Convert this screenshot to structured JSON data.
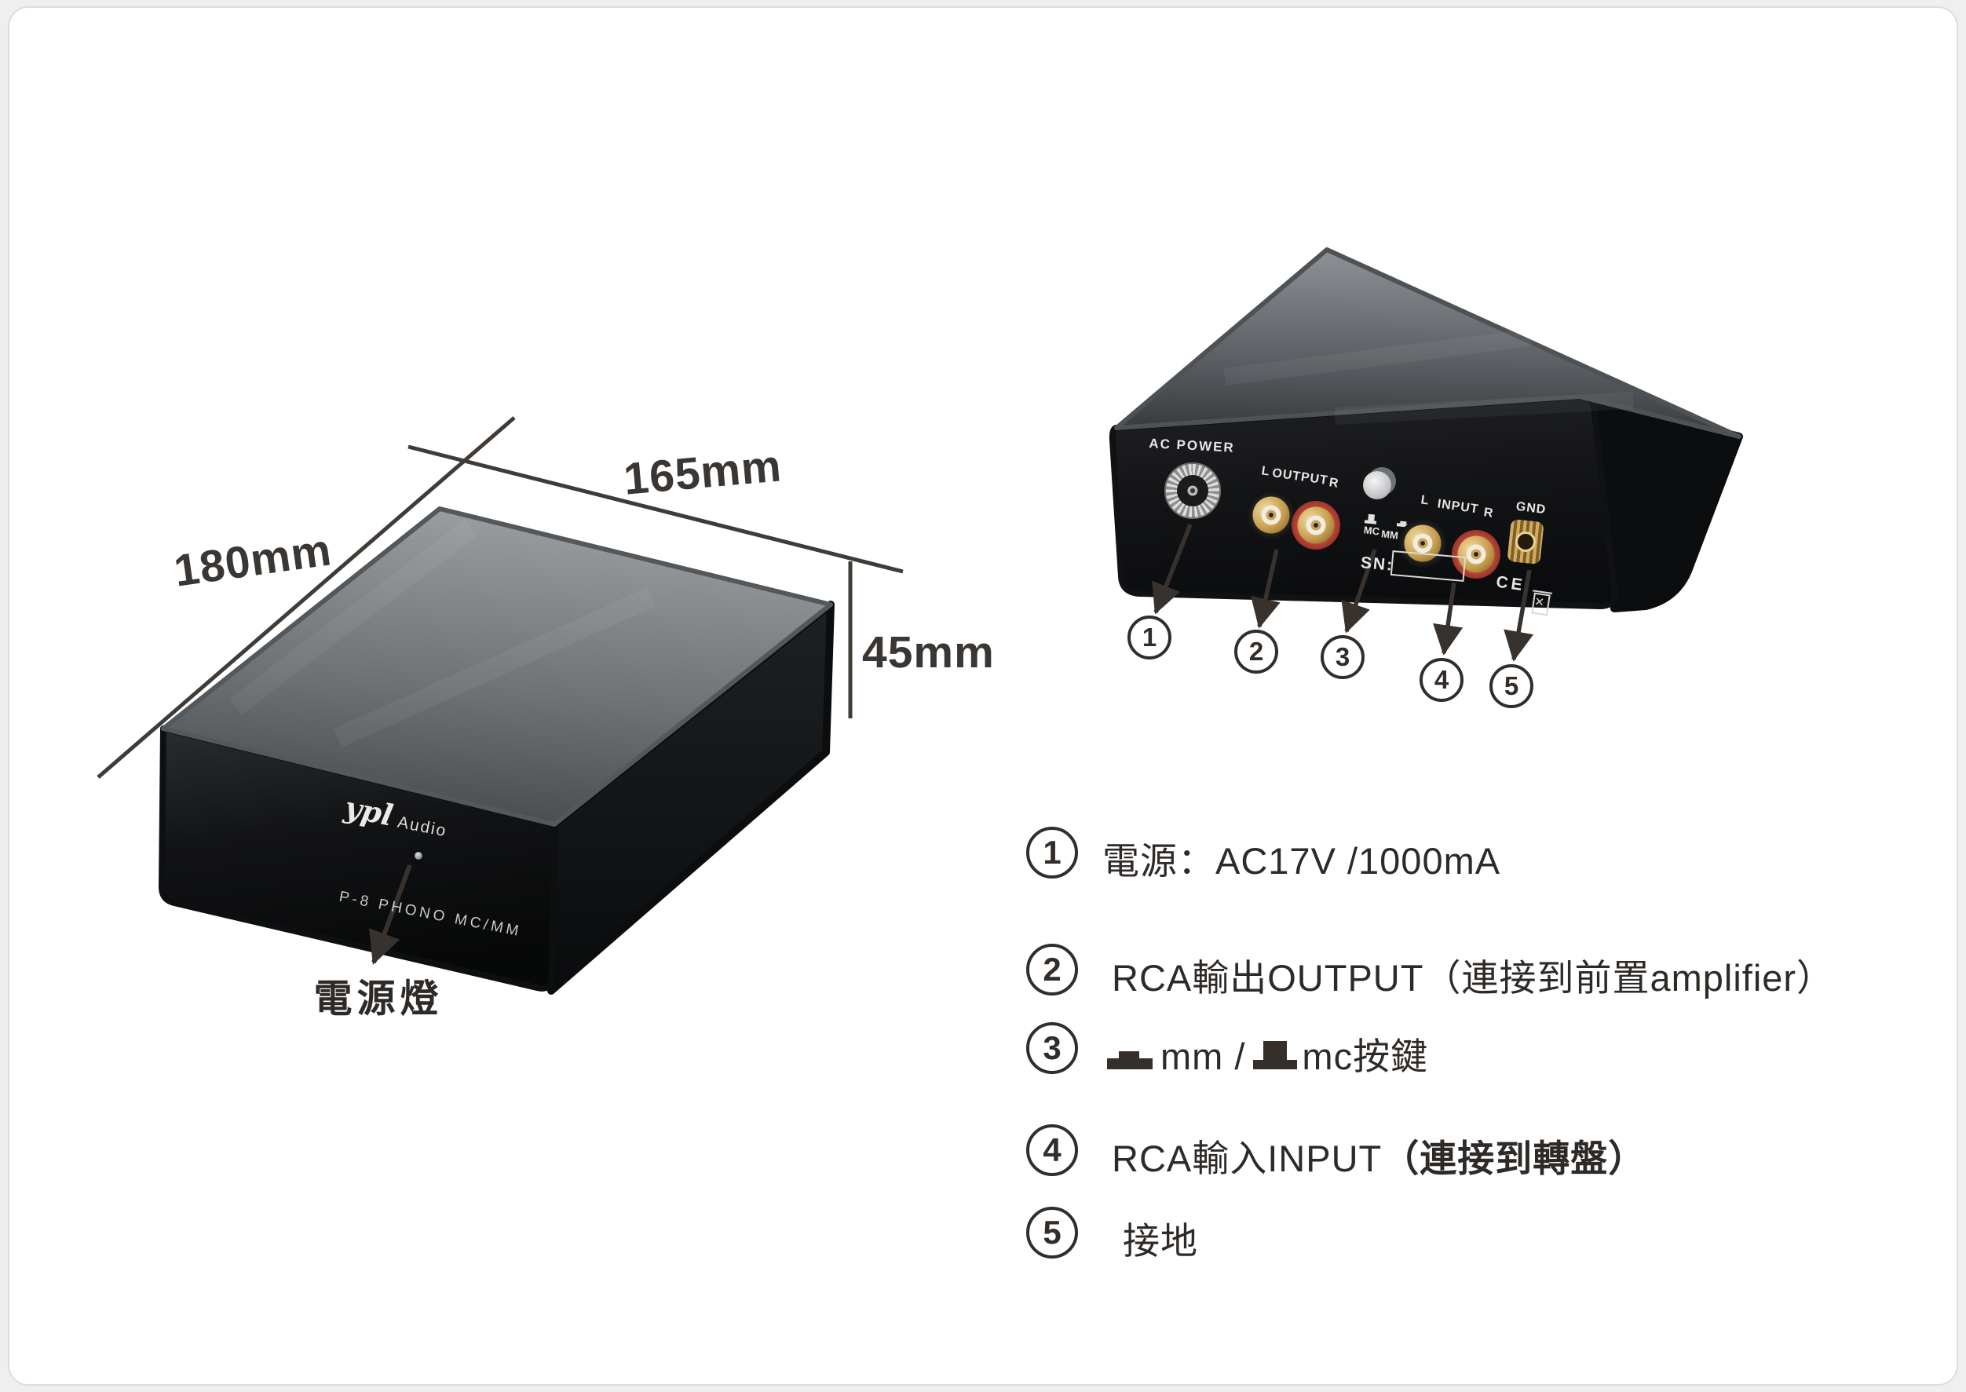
{
  "front_view": {
    "brand_script": "ypl",
    "brand_suffix": "Audio",
    "model_label": "P-8 PHONO MC/MM",
    "power_light_label": "電源燈",
    "dims": {
      "depth": "180mm",
      "width": "165mm",
      "height": "45mm"
    }
  },
  "rear_view": {
    "labels": {
      "ac_power": "AC POWER",
      "output_l": "L",
      "output": "OUTPUT",
      "output_r": "R",
      "mc": "MC",
      "mm": "MM",
      "input_l": "L",
      "input": "INPUT",
      "input_r": "R",
      "gnd": "GND",
      "sn": "SN:",
      "ce": "CE"
    },
    "callouts": [
      "1",
      "2",
      "3",
      "4",
      "5"
    ]
  },
  "legend": {
    "items": [
      {
        "num": "1",
        "text": "電源：AC17V /1000mA"
      },
      {
        "num": "2",
        "text": "RCA輸出OUTPUT（連接到前置amplifier）"
      },
      {
        "num": "3",
        "mm_text": "mm /",
        "mc_text": "mc按鍵"
      },
      {
        "num": "4",
        "text": "RCA輸入INPUT",
        "paren": "（連接到轉盤）"
      },
      {
        "num": "5",
        "text": "接地"
      }
    ]
  },
  "colors": {
    "background": "#efefef",
    "card": "#ffffff",
    "ink": "#332d29",
    "panel_black": "#17181a",
    "rca_gold": "#c79e4e",
    "rca_red": "#b03a2a",
    "silver": "#c4c4c4"
  }
}
